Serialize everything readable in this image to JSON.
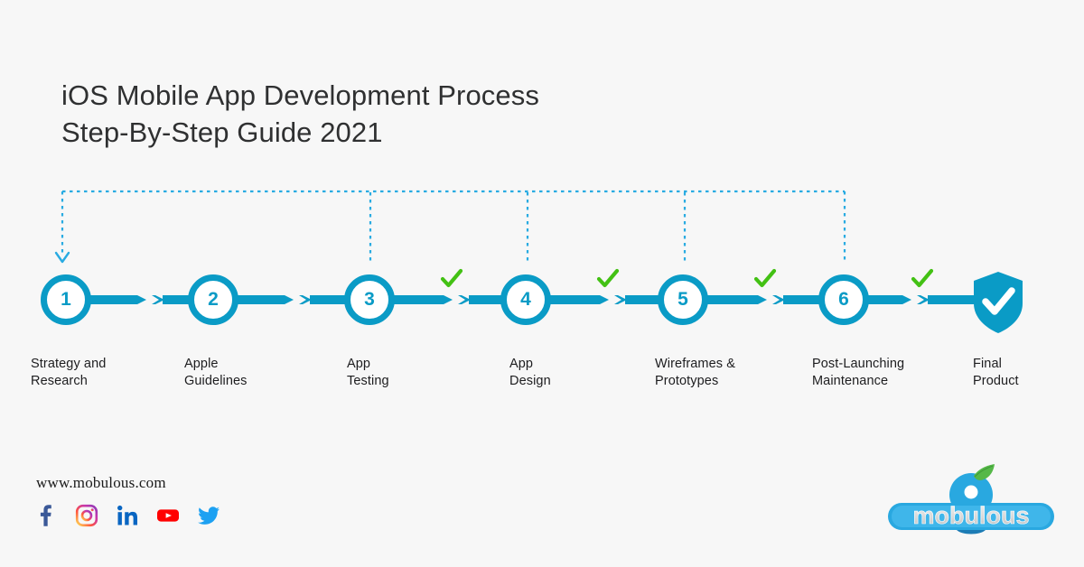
{
  "page": {
    "background_color": "#f7f7f7",
    "accent_color": "#0a9bc6",
    "check_color": "#43c114",
    "title_color": "#2f3031"
  },
  "header": {
    "title": "iOS Mobile App Development Process\nStep-By-Step Guide 2021"
  },
  "timeline": {
    "steps": [
      {
        "number": "1",
        "label": "Strategy and\nResearch",
        "checked": false
      },
      {
        "number": "2",
        "label": "Apple\nGuidelines",
        "checked": false
      },
      {
        "number": "3",
        "label": "App\nTesting",
        "checked": true
      },
      {
        "number": "4",
        "label": "App\nDesign",
        "checked": true
      },
      {
        "number": "5",
        "label": "Wireframes &\nPrototypes",
        "checked": true
      },
      {
        "number": "6",
        "label": "Post-Launching\nMaintenance",
        "checked": true
      }
    ],
    "final": {
      "label": "Final\nProduct",
      "icon": "shield-check-icon"
    },
    "feedback_loop": {
      "style": "dotted",
      "color": "#29ABE2",
      "description": "feedback arrows returning to step 1"
    }
  },
  "footer": {
    "website": "www.mobulous.com",
    "socials": [
      {
        "name": "facebook-icon",
        "color": "#3b5998"
      },
      {
        "name": "instagram-icon",
        "color": "#E1306C"
      },
      {
        "name": "linkedin-icon",
        "color": "#0a66c2"
      },
      {
        "name": "youtube-icon",
        "color": "#ff0000"
      },
      {
        "name": "twitter-icon",
        "color": "#1da1f2"
      }
    ],
    "logo": {
      "text": "mobulous",
      "color": "#29a8e0",
      "leaf_color": "#55b848"
    }
  }
}
